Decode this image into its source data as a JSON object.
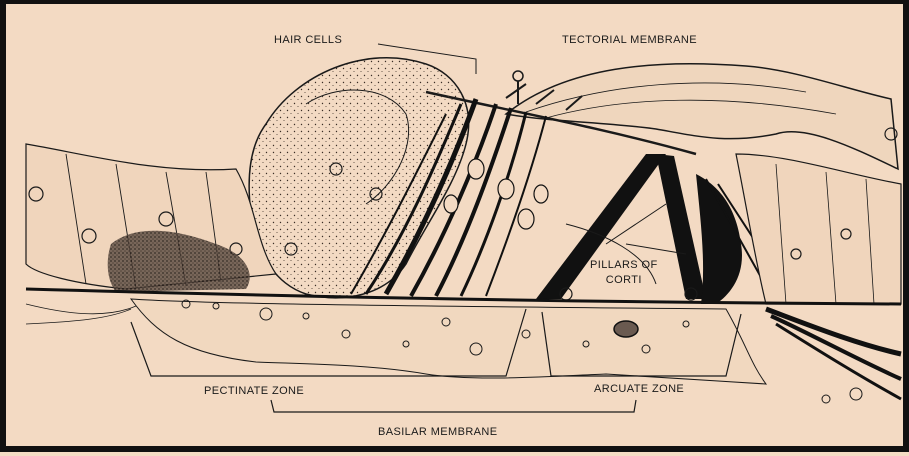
{
  "labels": {
    "hair_cells": "HAIR CELLS",
    "tectorial_membrane": "TECTORIAL MEMBRANE",
    "pillars_of_corti_line1": "PILLARS OF",
    "pillars_of_corti_line2": "CORTI",
    "pectinate_zone": "PECTINATE ZONE",
    "arcuate_zone": "ARCUATE ZONE",
    "basilar_membrane": "BASILAR MEMBRANE"
  },
  "colors": {
    "background": "#f3dac3",
    "ink": "#1a1a1a",
    "frame": "#111111"
  }
}
